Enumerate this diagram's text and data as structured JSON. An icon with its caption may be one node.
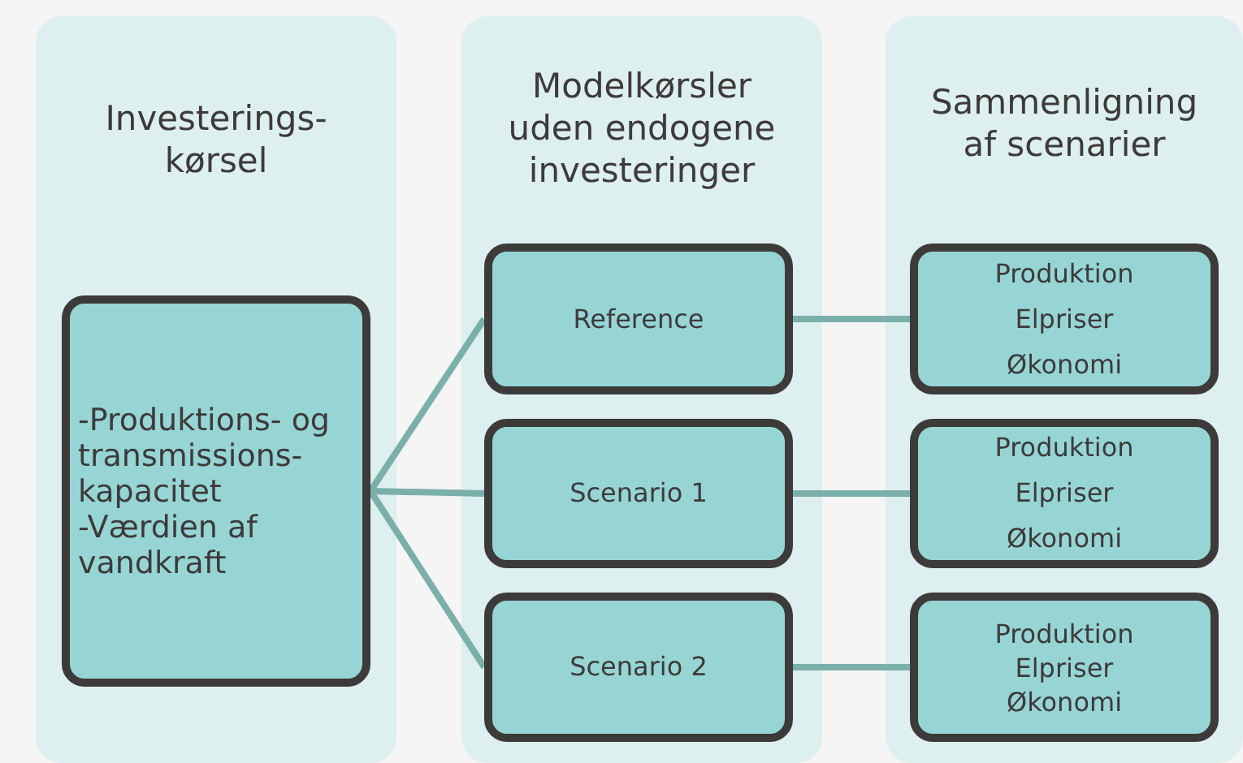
{
  "diagram": {
    "nodes": [
      {
        "text": [
          "Investerings- kørsel"
        ]
      },
      {
        "text": [
          "-Produktions- og transmissions- kapacitet -Værdien af vandkraft"
        ],
        "in": 0
      },
      {
        "text": [
          "Modelkørsler uden endogene investeringer"
        ]
      },
      {
        "text": [
          "Reference"
        ],
        "in": 2
      },
      {
        "text": [
          "Scenario 1"
        ],
        "in": 2
      },
      {
        "text": [
          "Scenario 2"
        ],
        "in": 2
      },
      {
        "text": [
          "Sammenligning af scenarier"
        ]
      },
      {
        "text": [
          "Produktion",
          "Elpriser",
          "Økonomi"
        ],
        "in": 6
      },
      {
        "text": [
          "Produktion",
          "Elpriser",
          "Økonomi"
        ],
        "in": 6
      },
      {
        "text": [
          "Produktion",
          "Elpriser",
          "Økonomi"
        ],
        "in": 6
      }
    ],
    "edges": [
      {
        "from": 1,
        "to": 3,
        "arrow": "none"
      },
      {
        "from": 1,
        "to": 4,
        "arrow": "none"
      },
      {
        "from": 1,
        "to": 5,
        "arrow": "none"
      },
      {
        "from": 3,
        "to": 7,
        "arrow": "none"
      },
      {
        "from": 4,
        "to": 8,
        "arrow": "none"
      },
      {
        "from": 5,
        "to": 9,
        "arrow": "none"
      }
    ]
  }
}
